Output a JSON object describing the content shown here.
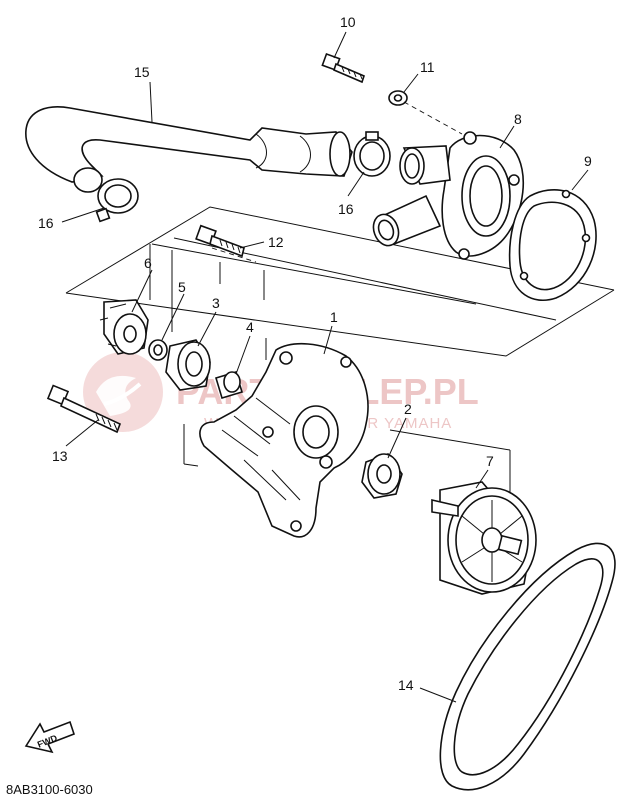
{
  "diagram": {
    "part_numbers": [
      "1",
      "2",
      "3",
      "4",
      "5",
      "6",
      "7",
      "8",
      "9",
      "10",
      "11",
      "12",
      "13",
      "14",
      "15",
      "16",
      "16"
    ],
    "drawing_code": "8AB3100-6030",
    "fwd_label": "FWD",
    "watermark": {
      "brand": "PARTS-SKLEP.PL",
      "tagline": "WORLDWIDE DEALER YAMAHA"
    },
    "colors": {
      "line": "#111111",
      "watermark": "#e7b3b3"
    }
  }
}
